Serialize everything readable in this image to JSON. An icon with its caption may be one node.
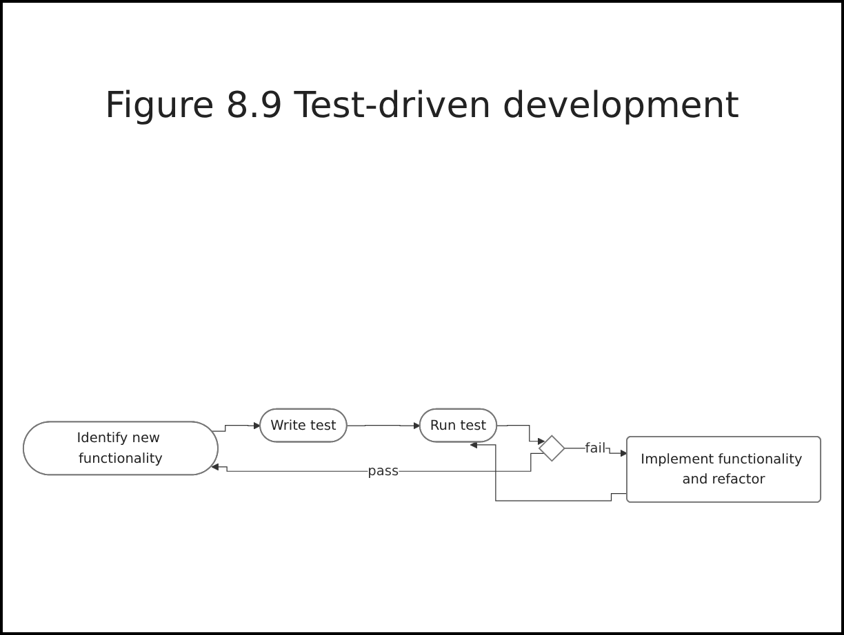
{
  "diagram": {
    "title": "Figure 8.9  Test-driven development",
    "nodes": [
      {
        "text": [
          "Identify new functionality"
        ]
      },
      {
        "text": [
          "Write test"
        ]
      },
      {
        "text": [
          "Run test"
        ]
      },
      {
        "text": [],
        "shape": "diamond"
      },
      {
        "text": [
          "Implement functionality and refactor"
        ]
      }
    ],
    "edges": [
      {
        "from": 0,
        "to": 1,
        "arrow": "to"
      },
      {
        "from": 1,
        "to": 2,
        "arrow": "to"
      },
      {
        "from": 2,
        "to": 3,
        "arrow": "to"
      },
      {
        "from": 3,
        "to": 0,
        "arrow": "to",
        "label": "pass"
      },
      {
        "from": 3,
        "to": 4,
        "arrow": "to",
        "label": "fail"
      },
      {
        "from": 4,
        "to": 2,
        "arrow": "to"
      }
    ]
  }
}
